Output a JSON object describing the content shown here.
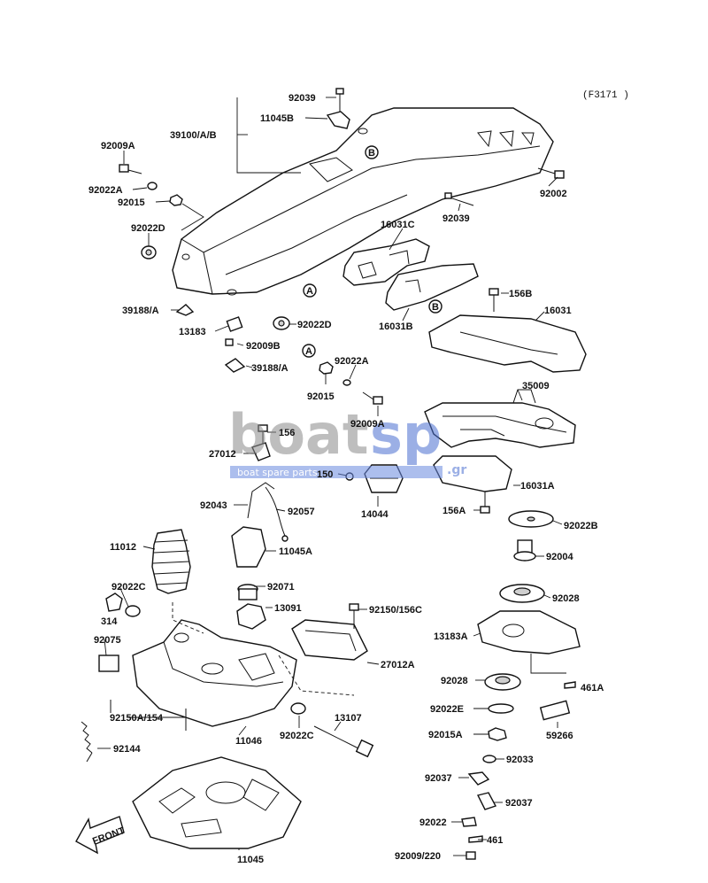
{
  "diagram_code": "(F3171 )",
  "watermark": {
    "brand_left": "boat",
    "brand_right": "sp",
    "suffix": ".gr",
    "tagline": "boat spare parts"
  },
  "front_marker": "FRONT",
  "ref_a": "A",
  "ref_b": "B",
  "labels": [
    "92039",
    "11045B",
    "39100/A/B",
    "92009A",
    "92022A",
    "92015",
    "92022D",
    "92039",
    "92002",
    "16031C",
    "39188/A",
    "13183",
    "92009B",
    "92022D",
    "16031B",
    "156B",
    "16031",
    "39188/A",
    "92022A",
    "92015",
    "92009A",
    "35009",
    "156",
    "27012",
    "150",
    "14044",
    "16031A",
    "156A",
    "92043",
    "92057",
    "92022B",
    "11045A",
    "11012",
    "92004",
    "92071",
    "92022C",
    "314",
    "13091",
    "92150/156C",
    "92028",
    "13183A",
    "92075",
    "27012A",
    "461A",
    "92028",
    "92150A/154",
    "92022E",
    "59266",
    "13107",
    "11046",
    "92022C",
    "92015A",
    "92033",
    "92144",
    "92037",
    "92037",
    "92022",
    "461",
    "92009/220",
    "11045"
  ]
}
